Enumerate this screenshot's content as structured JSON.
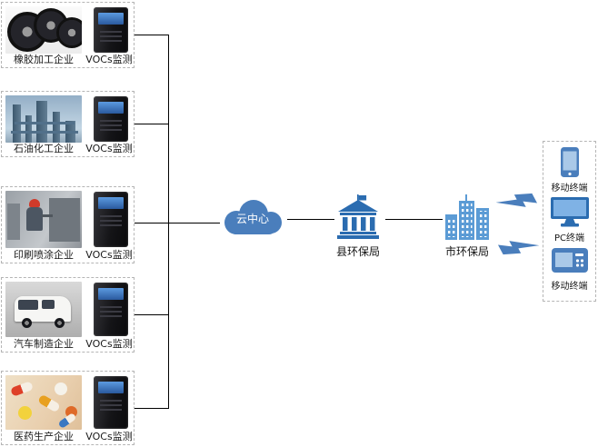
{
  "diagram": {
    "enterprises": [
      {
        "name": "橡胶加工企业",
        "device_label": "VOCs监测"
      },
      {
        "name": "石油化工企业",
        "device_label": "VOCs监测"
      },
      {
        "name": "印刷喷涂企业",
        "device_label": "VOCs监测"
      },
      {
        "name": "汽车制造企业",
        "device_label": "VOCs监测"
      },
      {
        "name": "医药生产企业",
        "device_label": "VOCs监测"
      }
    ],
    "cloud": {
      "label": "云中心"
    },
    "county_bureau": {
      "label": "县环保局"
    },
    "city_bureau": {
      "label": "市环保局"
    },
    "terminals": [
      {
        "label": "移动终端",
        "icon": "phone-icon"
      },
      {
        "label": "PC终端",
        "icon": "monitor-icon"
      },
      {
        "label": "移动终端",
        "icon": "handheld-icon"
      }
    ],
    "colors": {
      "accent_blue": "#4a7ebc",
      "bureau_blue": "#2b6cb0",
      "city_blue": "#5b9bd5",
      "line_black": "#000000",
      "dashed_border_gray": "#b5b5b5"
    }
  }
}
